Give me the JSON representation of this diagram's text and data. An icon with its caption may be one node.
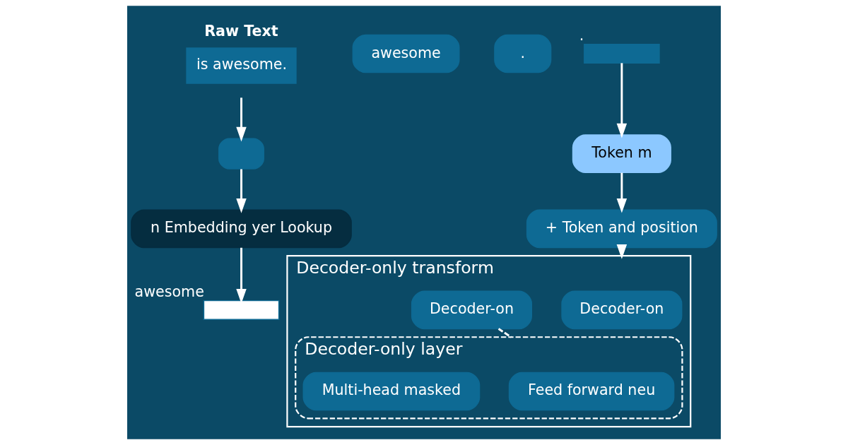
{
  "diagram": {
    "nodes": [
      {
        "text": [
          "Raw Text",
          "is awesome."
        ]
      },
      {
        "text": [],
        "shape": "box"
      },
      {
        "text": [
          "awesome"
        ]
      },
      {
        "text": [
          "."
        ]
      },
      {
        "text": [
          "n Embedding yer Lookup"
        ]
      },
      {
        "text": [],
        "shape": "bar",
        "beside": [
          "awesome"
        ]
      },
      {
        "text": [],
        "shape": "bar",
        "beside": [
          "."
        ]
      },
      {
        "text": [
          "Token m"
        ]
      },
      {
        "text": [
          "+ Token and position"
        ]
      },
      {
        "text": [
          "Decoder-only transform"
        ]
      },
      {
        "text": [
          "Decoder-on"
        ],
        "in": 9
      },
      {
        "text": [
          "Decoder-on"
        ],
        "in": 9
      },
      {
        "text": [
          "Decoder-only layer"
        ],
        "in": 9
      },
      {
        "text": [
          "Feed forward neu"
        ],
        "in": 12
      },
      {
        "text": [
          "Multi-head masked"
        ],
        "in": 12
      }
    ],
    "edges": [
      {
        "from": 0,
        "to": 1,
        "arrow": "to"
      },
      {
        "from": 1,
        "to": 4,
        "arrow": "to"
      },
      {
        "from": 4,
        "to": 5,
        "arrow": "to"
      },
      {
        "from": 6,
        "to": 7,
        "arrow": "to"
      },
      {
        "from": 7,
        "to": 8,
        "arrow": "to"
      },
      {
        "from": 8,
        "to": 9,
        "arrow": "to"
      },
      {
        "from": 11,
        "to": 12,
        "arrow": "none",
        "style": "dashed"
      }
    ]
  }
}
